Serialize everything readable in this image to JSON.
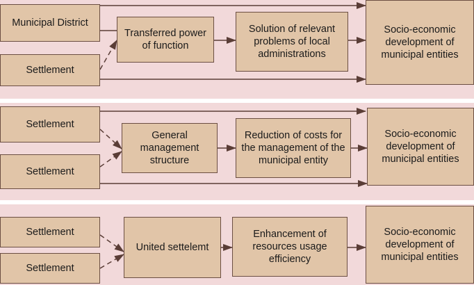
{
  "rows": [
    {
      "left_boxes": [
        "Municipal District",
        "Settlement"
      ],
      "middle": "Transferred power of function",
      "outcome": "Solution of relevant problems of local administrations",
      "result": "Socio-economic development of municipal entities"
    },
    {
      "left_boxes": [
        "Settlement",
        "Settlement"
      ],
      "middle": "General management structure",
      "outcome": "Reduction of costs for the management of the municipal entity",
      "result": "Socio-economic development of municipal entities"
    },
    {
      "left_boxes": [
        "Settlement",
        "Settlement"
      ],
      "middle": "United settelemt",
      "outcome": "Enhancement of resources usage efficiency",
      "result": "Socio-economic development of municipal entities"
    }
  ],
  "colors": {
    "background": "#f2d9da",
    "box_fill": "#e1c5a8",
    "box_border": "#6b4e42",
    "arrow": "#5a3d36",
    "separator": "#ffffff"
  }
}
